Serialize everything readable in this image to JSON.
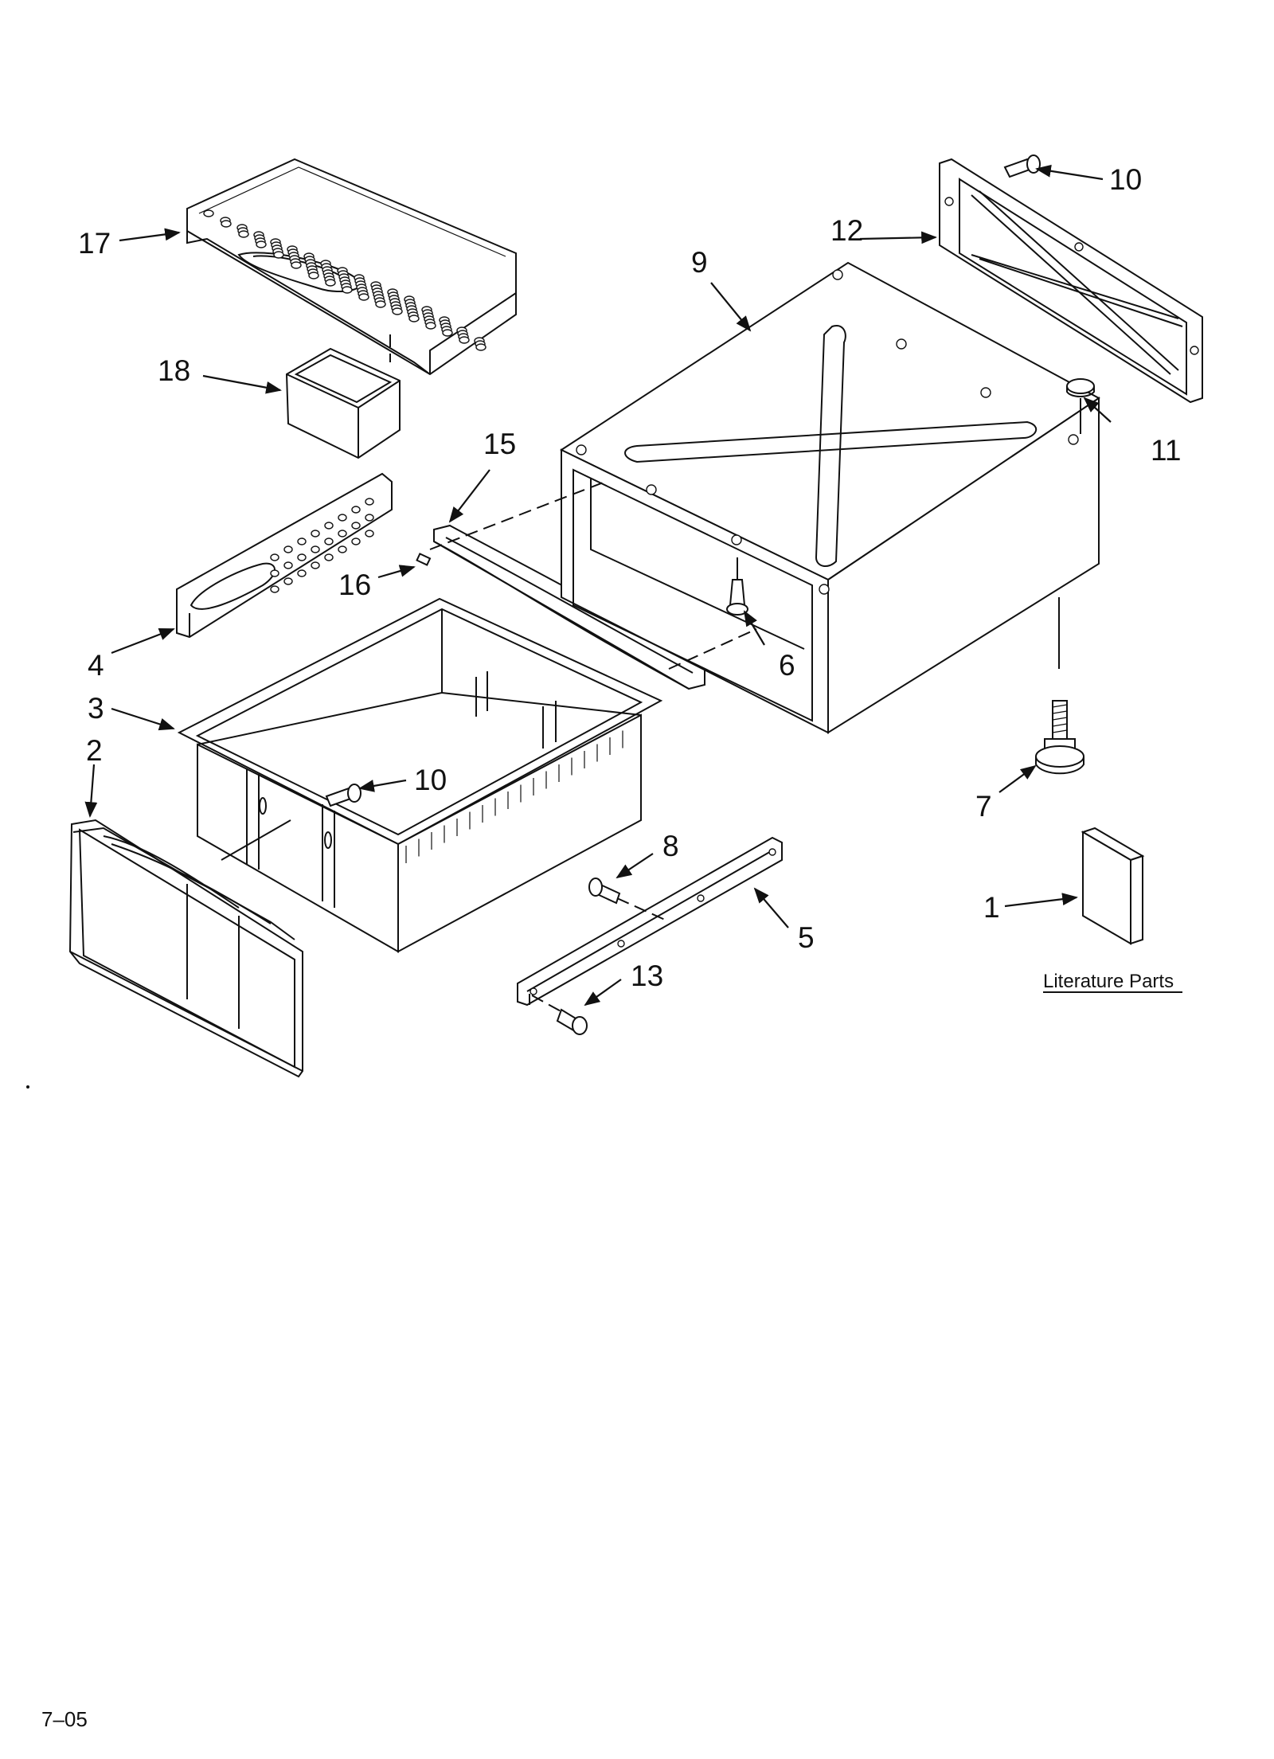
{
  "parts": [
    {
      "id": "part-1",
      "label": "1"
    },
    {
      "id": "part-2",
      "label": "2"
    },
    {
      "id": "part-3",
      "label": "3"
    },
    {
      "id": "part-4",
      "label": "4"
    },
    {
      "id": "part-5",
      "label": "5"
    },
    {
      "id": "part-6",
      "label": "6"
    },
    {
      "id": "part-7",
      "label": "7"
    },
    {
      "id": "part-8",
      "label": "8"
    },
    {
      "id": "part-9",
      "label": "9"
    },
    {
      "id": "part-10a",
      "label": "10"
    },
    {
      "id": "part-10b",
      "label": "10"
    },
    {
      "id": "part-11",
      "label": "11"
    },
    {
      "id": "part-12",
      "label": "12"
    },
    {
      "id": "part-13",
      "label": "13"
    },
    {
      "id": "part-15",
      "label": "15"
    },
    {
      "id": "part-16",
      "label": "16"
    },
    {
      "id": "part-17",
      "label": "17"
    },
    {
      "id": "part-18",
      "label": "18"
    }
  ],
  "literature_caption": "Literature Parts",
  "footer_code": "7–05"
}
